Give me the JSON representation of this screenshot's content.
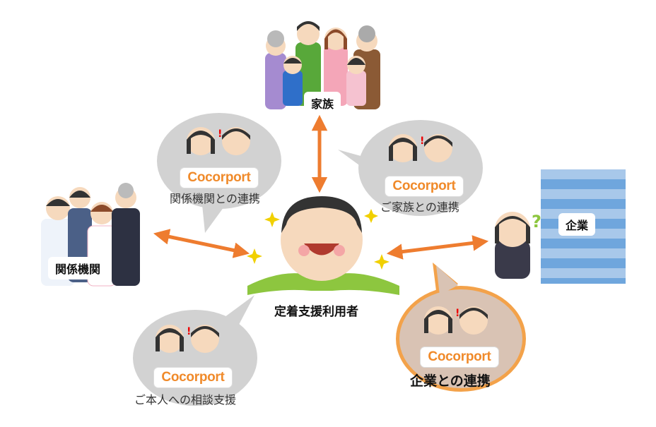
{
  "nodes": {
    "family": "家族",
    "institutions": "関係機関",
    "company": "企業",
    "user": "定着支援利用者"
  },
  "bubbles": {
    "institutions_link": "関係機関との連携",
    "family_link": "ご家族との連携",
    "consult": "ご本人への相談支援",
    "company_link": "企業との連携"
  },
  "brand": {
    "logo_text": "Cocorport",
    "accent_color": "#f08a2a"
  }
}
